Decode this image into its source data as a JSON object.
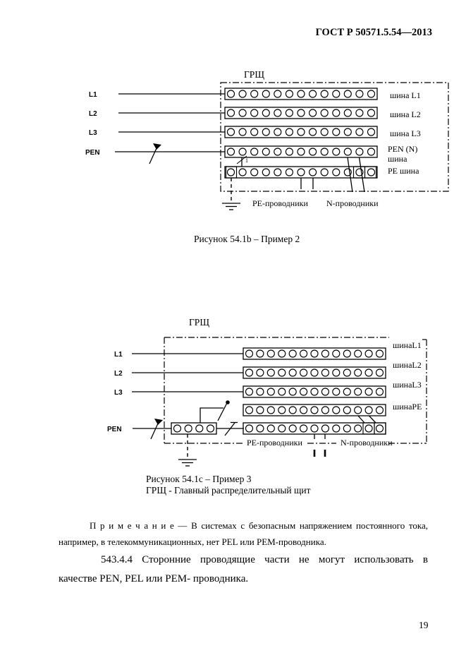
{
  "page": {
    "header": "ГОСТ Р 50571.5.54—2013",
    "number": "19"
  },
  "figure1": {
    "panel_title": "ГРЩ",
    "feeders": [
      "L1",
      "L2",
      "L3",
      "PEN"
    ],
    "bus_labels": [
      "шина L1",
      "шина L2",
      "шина L3",
      "PEN (N)",
      "шина",
      "PE шина"
    ],
    "pe_conductors_label": "PE-проводники",
    "n_conductors_label": "N-проводники",
    "link_mark": "1",
    "caption": "Рисунок 54.1b – Пример 2"
  },
  "figure2": {
    "panel_title": "ГРЩ",
    "feeders": [
      "L1",
      "L2",
      "L3",
      "PEN"
    ],
    "bus_labels": [
      "шинаL1",
      "шинаL2",
      "шинаL3",
      "шинаPE"
    ],
    "pe_conductors_label": "PE-проводники",
    "n_conductors_label": "N-проводники",
    "caption_line1": "Рисунок 54.1c – Пример 3",
    "caption_line2": "ГРЩ - Главный распределительный щит"
  },
  "note": {
    "line1": "П р и м е ч а н и е — В системах с безопасным напряжением постоянного тока,",
    "line2": "например, в телекоммуникационных, нет PEL или PEM-проводника."
  },
  "clause": {
    "line1": "543.4.4 Сторонние проводящие части не могут использовать в",
    "line2": "качестве PEN, PEL или PEM- проводника."
  }
}
